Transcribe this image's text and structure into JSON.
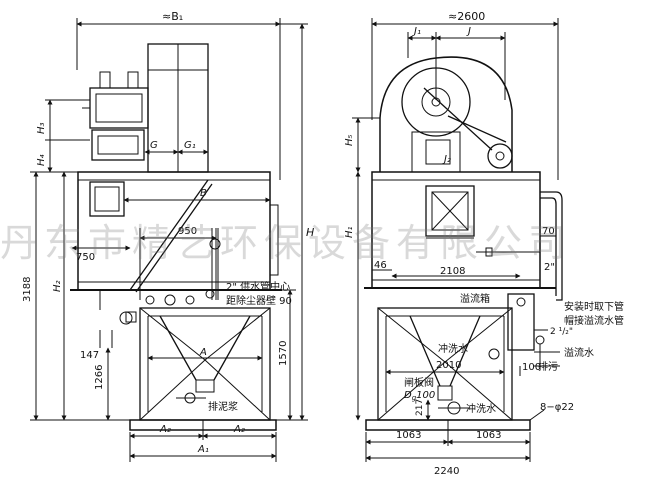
{
  "watermark": "丹东市精艺环保设备有限公司",
  "colors": {
    "line": "#111111",
    "background": "#ffffff",
    "watermark": "#9a9a9a"
  },
  "left_view": {
    "dims": {
      "B1": "≈B₁",
      "H": "H",
      "H2": "H₂",
      "H3": "H₃",
      "H4": "H₄",
      "G": "G",
      "G1": "G₁",
      "B": "B",
      "d950": "950",
      "d750": "750",
      "d3188": "3188",
      "d147": "147",
      "d1266": "1266",
      "d1570": "1570",
      "A": "A",
      "A2_left": "A₂",
      "A2_right": "A₂",
      "A1": "A₁"
    },
    "notes": {
      "water_supply": "2\" 供水管中心",
      "wall_distance": "距除尘器壁 90",
      "sludge": "排泥浆"
    }
  },
  "right_view": {
    "dims": {
      "d2600": "≈2600",
      "J1": "J₁",
      "J": "J",
      "J2": "J₂",
      "H5": "H₅",
      "H1": "H₁",
      "d70": "70",
      "d46": "46",
      "d2108": "2108",
      "two_inch": "2\"",
      "d2010": "2010",
      "d100": "100",
      "valve_dn": "D",
      "valve_dn_sub": "g",
      "valve_dn_val": "100",
      "d217": "217",
      "d1063_left": "1063",
      "d1063_right": "1063",
      "d2240": "2240",
      "bolts": "8−φ22",
      "pipe_half": "2 ¹/₂\""
    },
    "notes": {
      "overflow_box": "溢流箱",
      "install_line1": "安装时取下管",
      "install_line2": "帽接溢流水管",
      "flush_water_top": "冲洗水",
      "overflow_water": "溢流水",
      "drain": "排污",
      "gate_valve": "闸板阀",
      "flush_water_bottom": "冲洗水"
    }
  }
}
